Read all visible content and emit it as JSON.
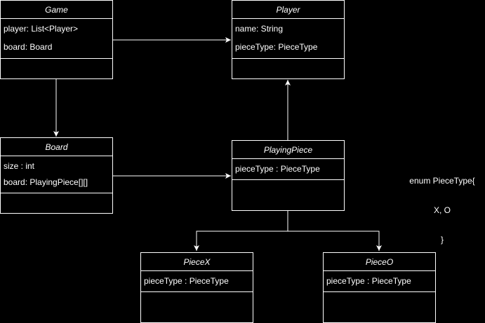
{
  "classes": {
    "game": {
      "name": "Game",
      "attributes": [
        "player: List<Player>",
        "board: Board"
      ]
    },
    "player": {
      "name": "Player",
      "attributes": [
        "name: String",
        "pieceType: PieceType"
      ]
    },
    "board": {
      "name": "Board",
      "attributes": [
        "size : int",
        "board: PlayingPiece[][]"
      ]
    },
    "playing_piece": {
      "name": "PlayingPiece",
      "attributes": [
        "pieceType : PieceType"
      ]
    },
    "piece_x": {
      "name": "PieceX",
      "attributes": [
        "pieceType : PieceType"
      ]
    },
    "piece_o": {
      "name": "PieceO",
      "attributes": [
        "pieceType : PieceType"
      ]
    }
  },
  "enum_note": {
    "line1": "enum PieceType{",
    "line2": "X, O",
    "line3": "}"
  },
  "colors": {
    "background": "#000000",
    "stroke": "#ffffff",
    "text": "#ffffff"
  }
}
